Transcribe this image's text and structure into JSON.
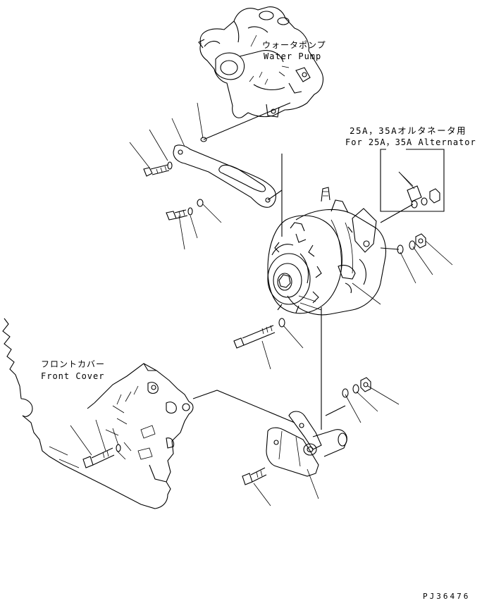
{
  "labels": {
    "water_pump_jp": "ウォータポンプ",
    "water_pump_en": "Water Pump",
    "alternator_jp": "25A，35Aオルタネータ用",
    "alternator_en": "For 25A，35A Alternator",
    "front_cover_jp": "フロントカバー",
    "front_cover_en": "Front Cover",
    "drawing_code": "PJ36476"
  },
  "parts": [
    "water-pump",
    "adjust-bracket",
    "alternator",
    "front-cover",
    "lower-bracket",
    "upper-bolt",
    "upper-washer",
    "upper-bolt-2",
    "upper-washer-2",
    "pivot-bolt",
    "pivot-washer",
    "front-cover-bolt",
    "bracket-bolt",
    "nut-right",
    "lock-washer-right",
    "spring-washer-right",
    "nut-lower",
    "spring-washer-lower",
    "lock-washer-lower"
  ]
}
